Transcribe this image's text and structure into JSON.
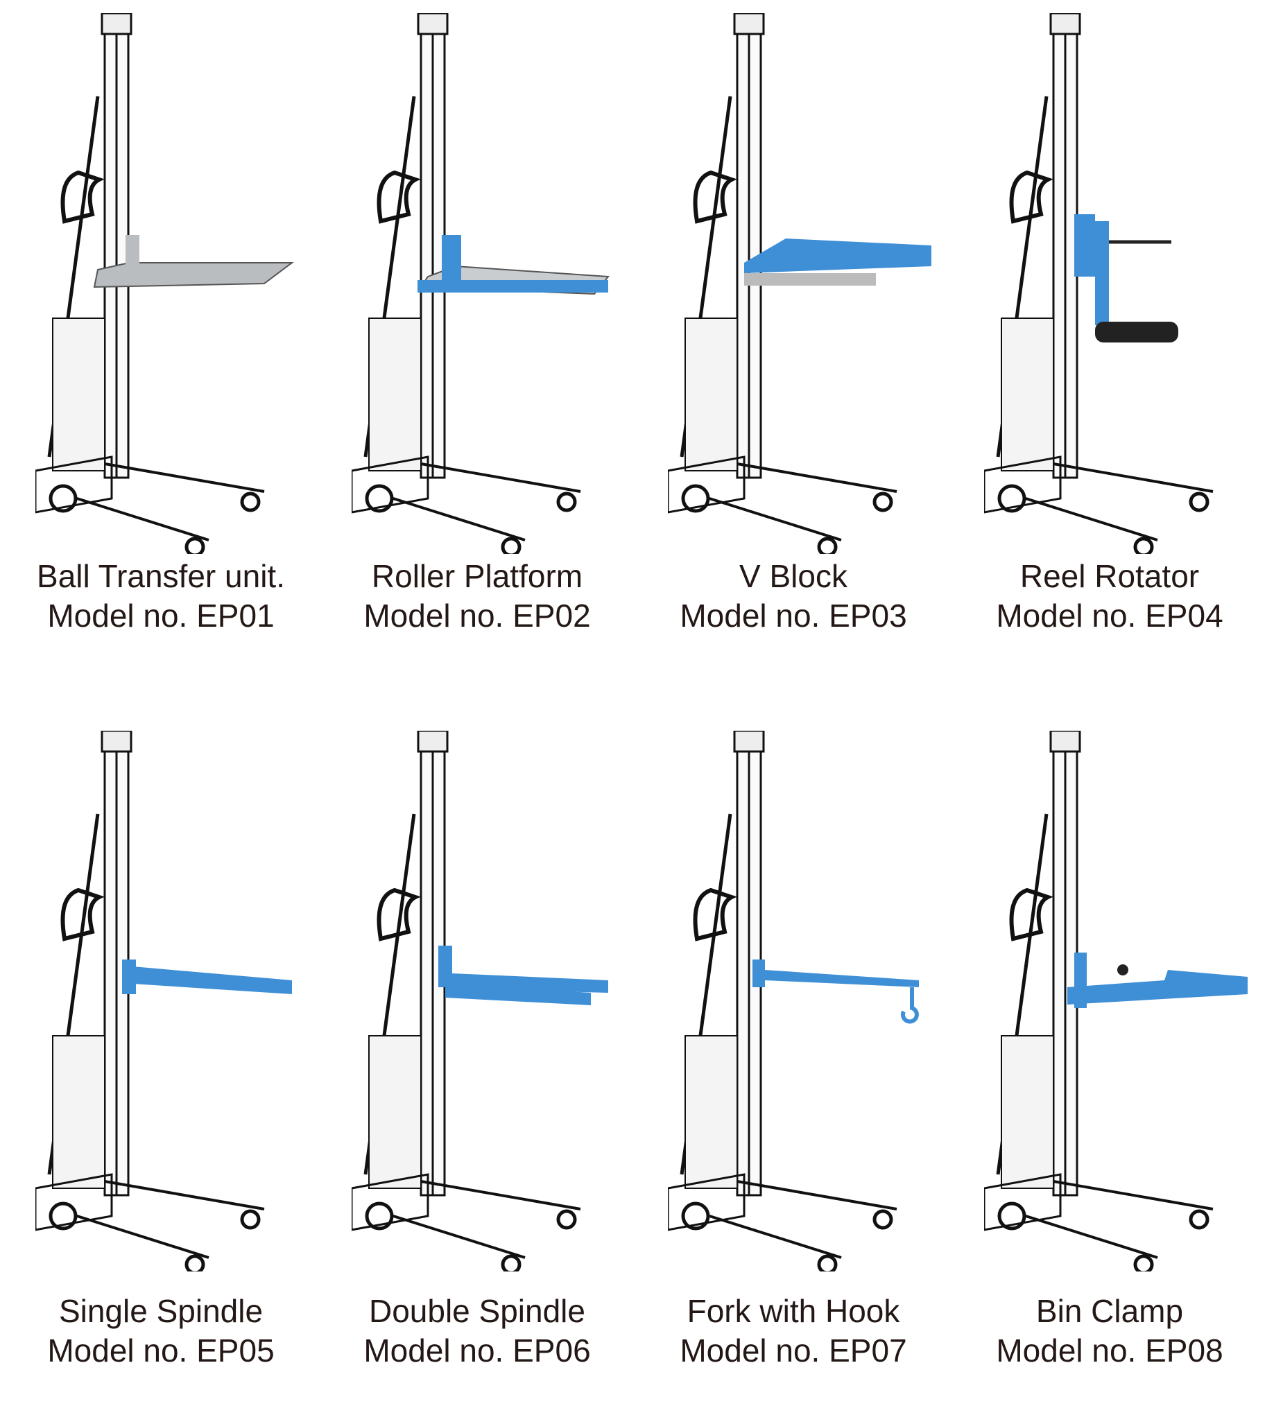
{
  "products": [
    {
      "name": "Ball Transfer unit.",
      "model": "Model no. EP01",
      "attachment": "ball-transfer-platform"
    },
    {
      "name": "Roller Platform",
      "model": "Model no. EP02",
      "attachment": "roller-platform"
    },
    {
      "name": "V Block",
      "model": "Model no. EP03",
      "attachment": "v-block"
    },
    {
      "name": "Reel Rotator",
      "model": "Model no. EP04",
      "attachment": "reel-rotator"
    },
    {
      "name": "Single Spindle",
      "model": "Model no. EP05",
      "attachment": "single-spindle"
    },
    {
      "name": "Double Spindle",
      "model": "Model no. EP06",
      "attachment": "double-spindle"
    },
    {
      "name": "Fork with Hook",
      "model": "Model no. EP07",
      "attachment": "fork-with-hook"
    },
    {
      "name": "Bin Clamp",
      "model": "Model no. EP08",
      "attachment": "bin-clamp"
    }
  ],
  "colors": {
    "attachment_blue": "#3f8fd6",
    "steel": "#b9bdc0",
    "text": "#231815"
  }
}
